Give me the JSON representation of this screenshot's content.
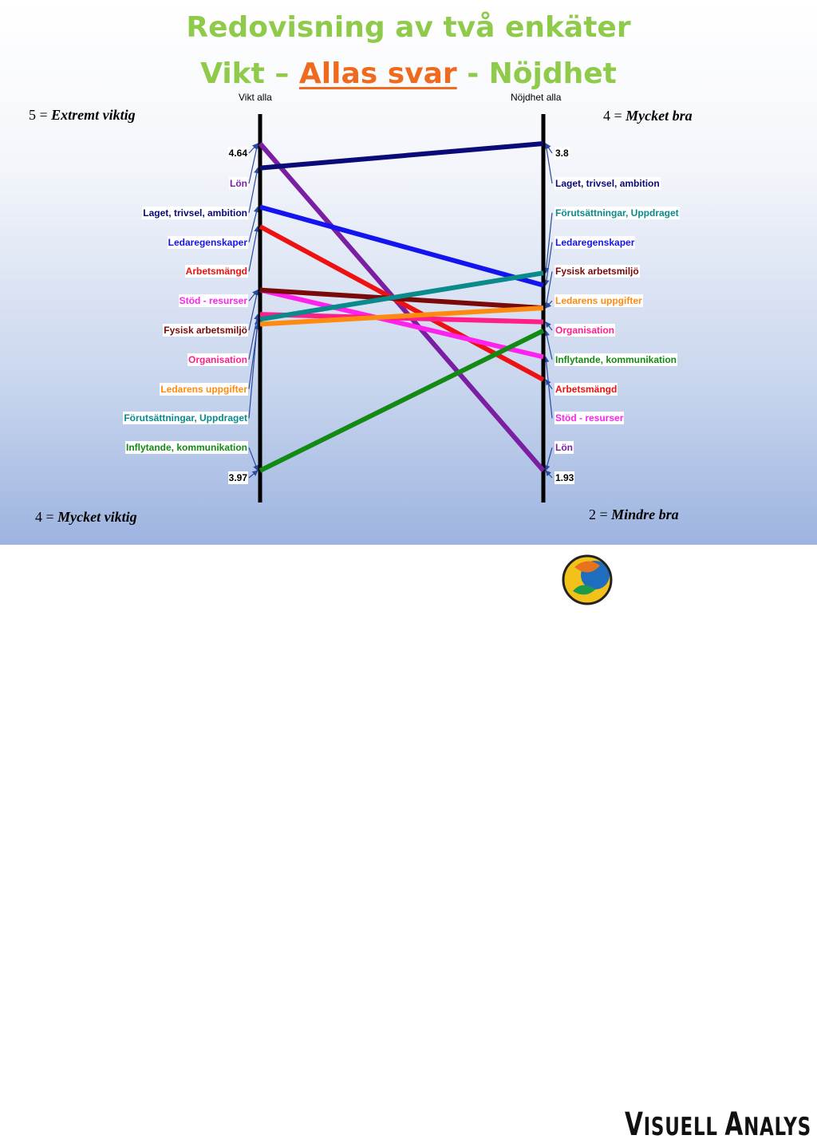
{
  "title_line1": "Redovisning av två enkäter",
  "title_line2": {
    "left": "Vikt – ",
    "highlight": "Allas svar",
    "right": " - Nöjdhet"
  },
  "notes": {
    "left_top_prefix": "5 = ",
    "left_top_bold": "Extremt viktig",
    "left_bottom_prefix": "4 = ",
    "left_bottom_bold": "Mycket viktig",
    "right_top_prefix": "4 = ",
    "right_top_bold": "Mycket bra",
    "right_bottom_prefix": "2 = ",
    "right_bottom_bold": "Mindre bra"
  },
  "logo": {
    "text_big1": "V",
    "text_small1": "ISUELL ",
    "text_big2": "A",
    "text_small2": "NALYS"
  },
  "colors": {
    "title": "#8fca4a",
    "accent": "#ee6a1e"
  },
  "chart_data": {
    "type": "slope",
    "left_axis": {
      "title": "Vikt alla",
      "max_label": "4.64",
      "min_label": "3.97",
      "ylim": [
        3.97,
        4.64
      ]
    },
    "right_axis": {
      "title": "Nöjdhet alla",
      "max_label": "3.8",
      "min_label": "1.93",
      "ylim": [
        1.93,
        3.8
      ]
    },
    "left_order": [
      "Lön",
      "Laget, trivsel, ambition",
      "Ledaregenskaper",
      "Arbetsmängd",
      "Stöd - resurser",
      "Fysisk arbetsmiljö",
      "Organisation",
      "Ledarens uppgifter",
      "Förutsättningar, Uppdraget",
      "Inflytande, kommunikation"
    ],
    "right_order": [
      "Laget, trivsel, ambition",
      "Förutsättningar, Uppdraget",
      "Ledaregenskaper",
      "Fysisk arbetsmiljö",
      "Ledarens uppgifter",
      "Organisation",
      "Inflytande, kommunikation",
      "Arbetsmängd",
      "Stöd - resurser",
      "Lön"
    ],
    "series": [
      {
        "name": "Lön",
        "color": "#7b1fa2",
        "left": 4.64,
        "right": 1.93
      },
      {
        "name": "Laget, trivsel, ambition",
        "color": "#0a0a78",
        "left": 4.59,
        "right": 3.8
      },
      {
        "name": "Ledaregenskaper",
        "color": "#1414ee",
        "left": 4.51,
        "right": 2.99
      },
      {
        "name": "Arbetsmängd",
        "color": "#ee1111",
        "left": 4.47,
        "right": 2.45
      },
      {
        "name": "Stöd - resurser",
        "color": "#ff22ee",
        "left": 4.34,
        "right": 2.58
      },
      {
        "name": "Fysisk arbetsmiljö",
        "color": "#7a0a0a",
        "left": 4.34,
        "right": 2.86
      },
      {
        "name": "Organisation",
        "color": "#ff1f8a",
        "left": 4.29,
        "right": 2.78
      },
      {
        "name": "Ledarens uppgifter",
        "color": "#ff8a10",
        "left": 4.27,
        "right": 2.86
      },
      {
        "name": "Förutsättningar, Uppdraget",
        "color": "#0a8a8a",
        "left": 4.28,
        "right": 3.06
      },
      {
        "name": "Inflytande, kommunikation",
        "color": "#138a13",
        "left": 3.97,
        "right": 2.73
      }
    ]
  }
}
